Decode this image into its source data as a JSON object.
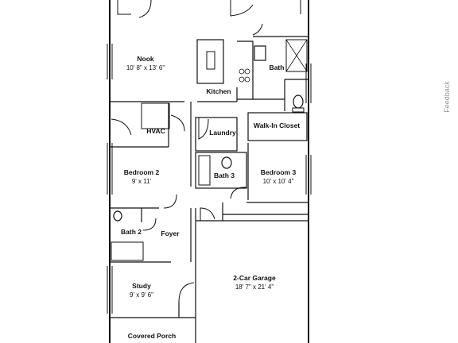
{
  "rooms": {
    "nook": {
      "name": "Nook",
      "dims": "10' 8\" x 13' 6\""
    },
    "kitchen": {
      "name": "Kitchen"
    },
    "bath": {
      "name": "Bath"
    },
    "hvac": {
      "name": "HVAC"
    },
    "laundry": {
      "name": "Laundry"
    },
    "walk_in_closet": {
      "name": "Walk-In Closet"
    },
    "bedroom2": {
      "name": "Bedroom 2",
      "dims": "9' x 11'"
    },
    "bath3": {
      "name": "Bath 3"
    },
    "bedroom3": {
      "name": "Bedroom 3",
      "dims": "10' x 10' 4\""
    },
    "bath2": {
      "name": "Bath 2"
    },
    "foyer": {
      "name": "Foyer"
    },
    "study": {
      "name": "Study",
      "dims": "9' x 9' 6\""
    },
    "garage": {
      "name": "2-Car Garage",
      "dims": "18' 7\" x 21' 4\""
    },
    "porch": {
      "name": "Covered Porch"
    }
  },
  "feedback": {
    "label": "Feedback"
  },
  "colors": {
    "wall": "#111111",
    "background": "#ffffff",
    "feedback_text": "#999999"
  }
}
